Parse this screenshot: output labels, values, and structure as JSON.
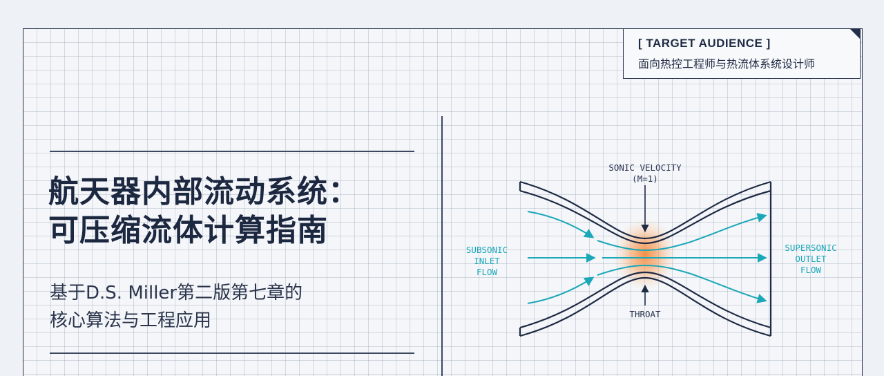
{
  "audience": {
    "label": "[ TARGET AUDIENCE ]",
    "text": "面向热控工程师与热流体系统设计师"
  },
  "title": {
    "line1": "航天器内部流动系统：",
    "line2": "可压缩流体计算指南"
  },
  "subtitle": {
    "line1": "基于D.S. Miller第二版第七章的",
    "line2": "核心算法与工程应用"
  },
  "diagram": {
    "top_label_line1": "SONIC VELOCITY",
    "top_label_line2": "(M=1)",
    "bottom_label": "THROAT",
    "inlet_line1": "SUBSONIC",
    "inlet_line2": "INLET",
    "inlet_line3": "FLOW",
    "outlet_line1": "SUPERSONIC",
    "outlet_line2": "OUTLET",
    "outlet_line3": "FLOW",
    "colors": {
      "nozzle_wall": "#1f2a44",
      "flow_arrow": "#1aa7b8",
      "throat_glow": "#f5893a"
    }
  }
}
